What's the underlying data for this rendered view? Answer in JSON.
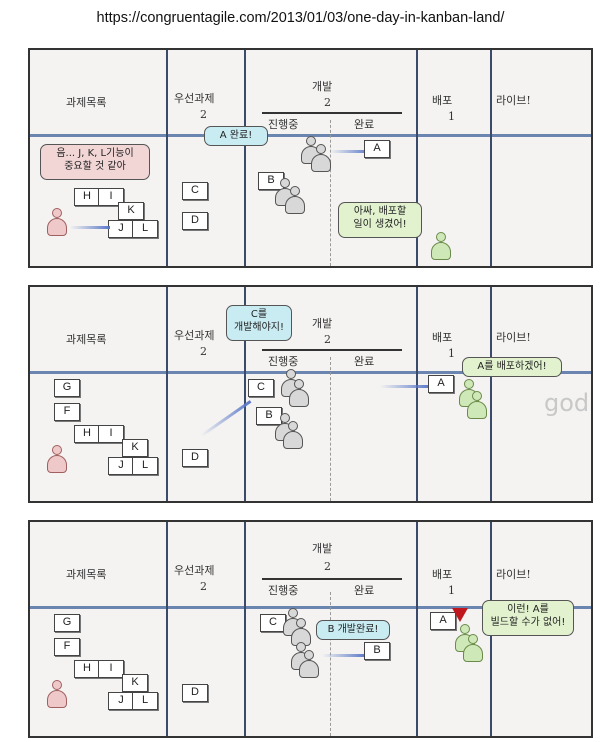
{
  "url": "https://congruentagile.com/2013/01/03/one-day-in-kanban-land/",
  "columns": {
    "backlog": "과제목록",
    "priority": "우선과제",
    "priority_limit": "2",
    "dev": "개발",
    "dev_limit": "2",
    "in_progress": "진행중",
    "done": "완료",
    "deploy": "배포",
    "deploy_limit": "1",
    "live": "라이브!"
  },
  "panel1": {
    "bubble_backlog": [
      "음... J, K, L기능이",
      "중요할 것 같아"
    ],
    "bubble_dev": "A 완료!",
    "bubble_deploy": [
      "아싸, 배포할",
      "일이 생겼어!"
    ],
    "cards": {
      "h": "H",
      "i": "I",
      "k": "K",
      "j": "J",
      "l": "L",
      "c": "C",
      "d": "D",
      "b": "B",
      "a": "A"
    }
  },
  "panel2": {
    "bubble_dev": [
      "C를",
      "개발해야지!"
    ],
    "bubble_deploy": "A를 배포하겠어!",
    "watermark": "god",
    "cards": {
      "g": "G",
      "f": "F",
      "h": "H",
      "i": "I",
      "k": "K",
      "j": "J",
      "l": "L",
      "d": "D",
      "c": "C",
      "b": "B",
      "a": "A"
    }
  },
  "panel3": {
    "bubble_dev": "B 개발완료!",
    "bubble_deploy": [
      "이런! A를",
      "빌드할 수가 없어!"
    ],
    "cards": {
      "g": "G",
      "f": "F",
      "h": "H",
      "i": "I",
      "k": "K",
      "j": "J",
      "l": "L",
      "d": "D",
      "c": "C",
      "b": "B",
      "a": "A"
    }
  },
  "colors": {
    "bubble_blue": "#c9ecf3",
    "bubble_green": "#e2f2cf",
    "bubble_pink": "#f2d6d6",
    "warning": "#c0161e"
  }
}
